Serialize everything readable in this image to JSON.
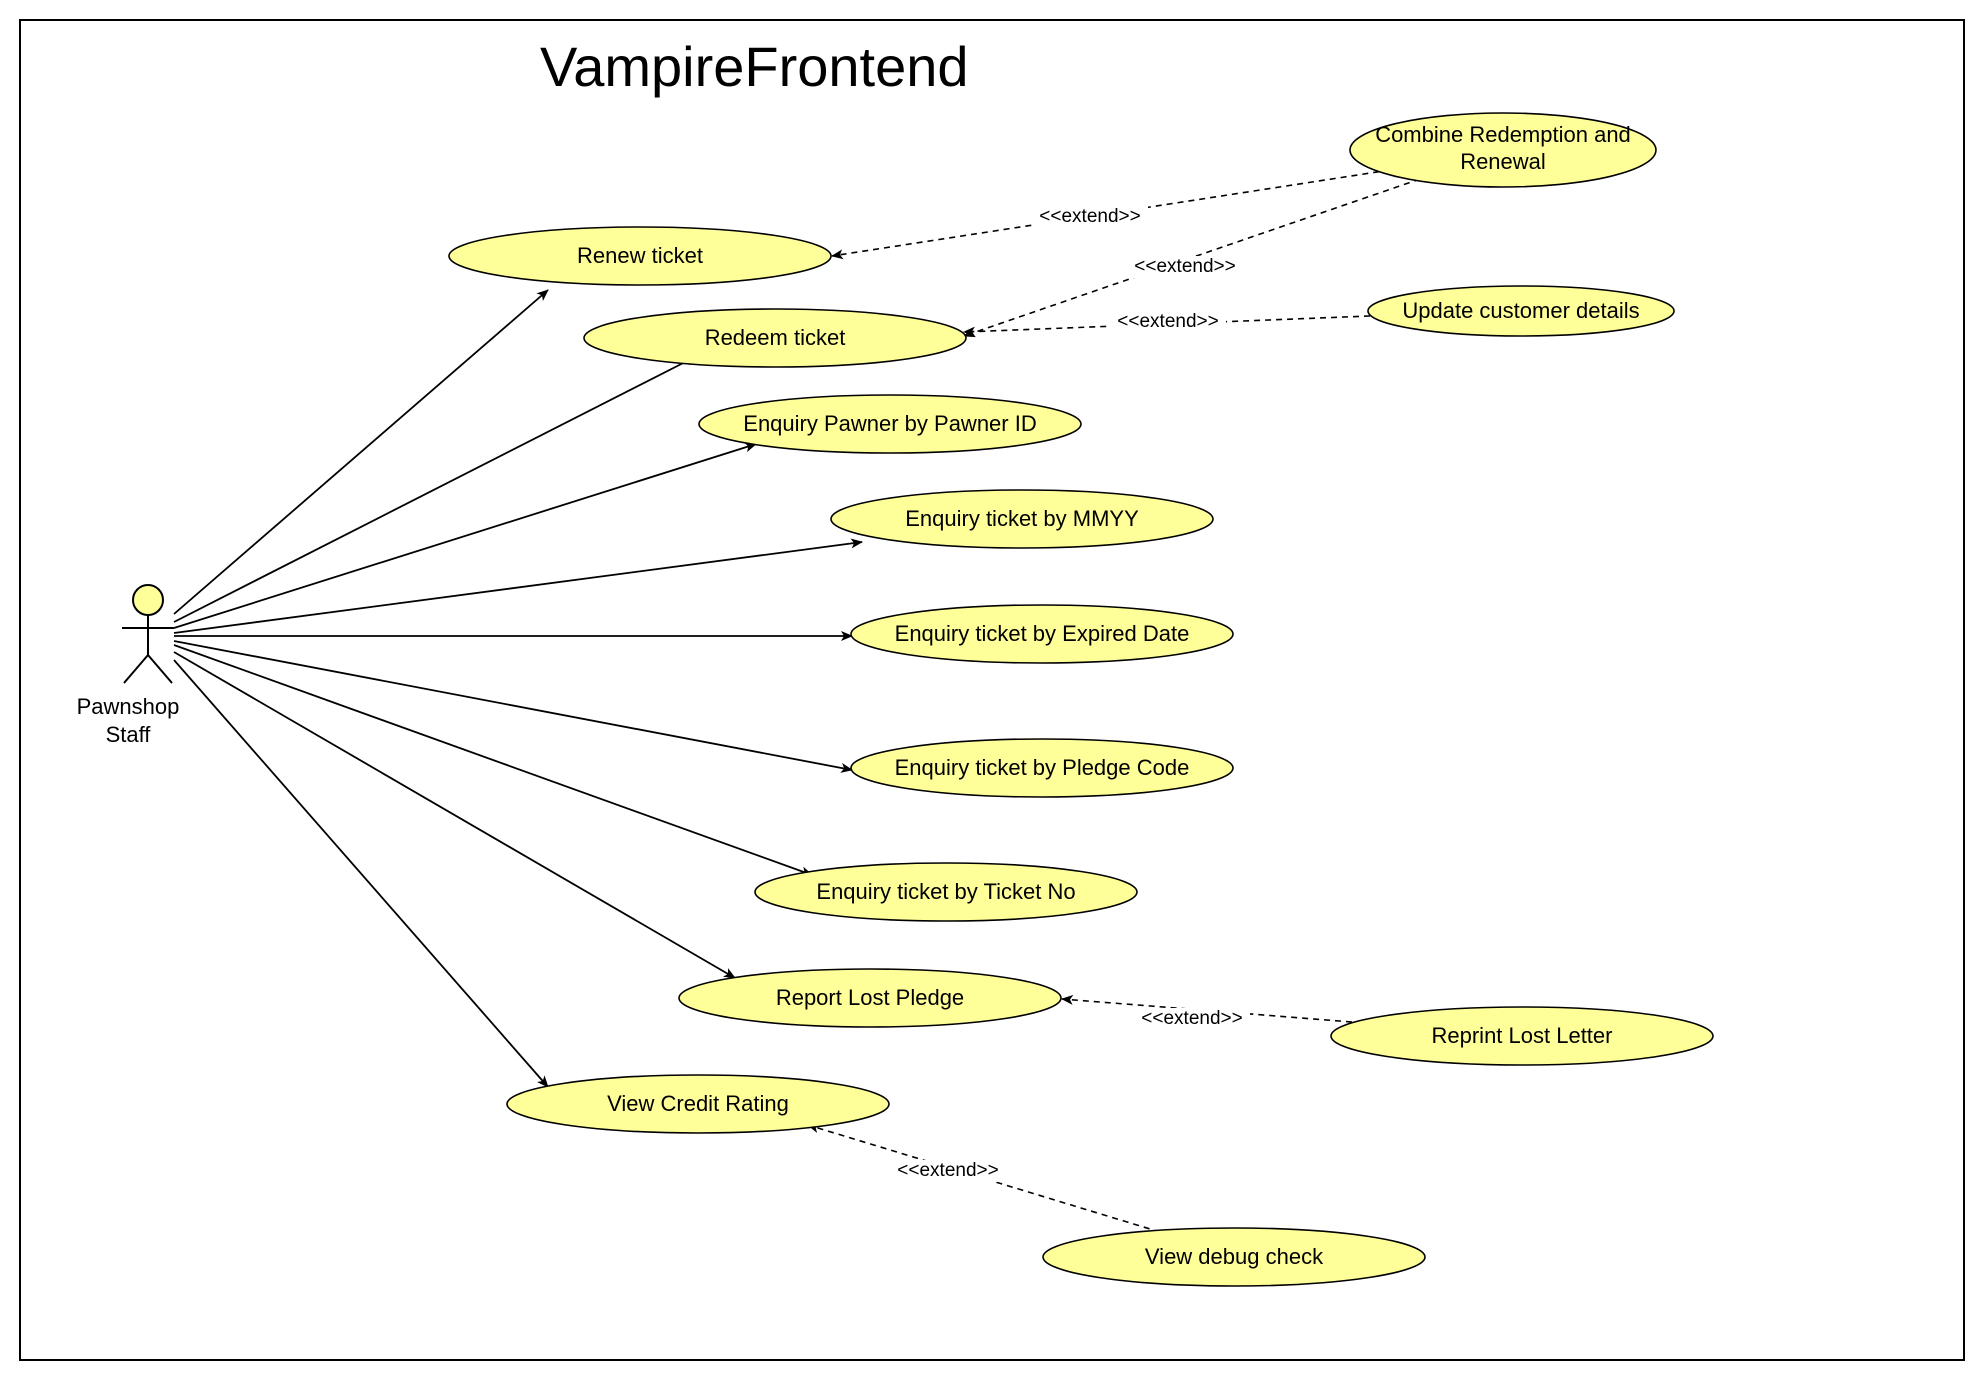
{
  "diagram": {
    "title": "VampireFrontend",
    "actor": {
      "label_line1": "Pawnshop",
      "label_line2": "Staff"
    },
    "use_cases": [
      {
        "id": "renew",
        "label": "Renew ticket"
      },
      {
        "id": "redeem",
        "label": "Redeem ticket"
      },
      {
        "id": "enq_pawner",
        "label": "Enquiry Pawner by Pawner ID"
      },
      {
        "id": "enq_mmyy",
        "label": "Enquiry ticket by MMYY"
      },
      {
        "id": "enq_expired",
        "label": "Enquiry ticket by Expired Date"
      },
      {
        "id": "enq_pledge",
        "label": "Enquiry ticket by Pledge Code"
      },
      {
        "id": "enq_ticketno",
        "label": "Enquiry ticket by Ticket No"
      },
      {
        "id": "report_lost",
        "label": "Report Lost Pledge"
      },
      {
        "id": "credit",
        "label": "View Credit Rating"
      },
      {
        "id": "combine",
        "label_line1": "Combine Redemption and",
        "label_line2": "Renewal"
      },
      {
        "id": "update_cust",
        "label": "Update customer details"
      },
      {
        "id": "reprint",
        "label": "Reprint Lost Letter"
      },
      {
        "id": "debug",
        "label": "View debug check"
      }
    ],
    "associations": [
      "renew",
      "redeem",
      "enq_pawner",
      "enq_mmyy",
      "enq_expired",
      "enq_pledge",
      "enq_ticketno",
      "report_lost",
      "credit"
    ],
    "extends": [
      {
        "from": "combine",
        "to": "renew",
        "label": "<<extend>>"
      },
      {
        "from": "combine",
        "to": "redeem",
        "label": "<<extend>>"
      },
      {
        "from": "update_cust",
        "to": "redeem",
        "label": "<<extend>>"
      },
      {
        "from": "reprint",
        "to": "report_lost",
        "label": "<<extend>>"
      },
      {
        "from": "debug",
        "to": "credit",
        "label": "<<extend>>"
      }
    ]
  }
}
